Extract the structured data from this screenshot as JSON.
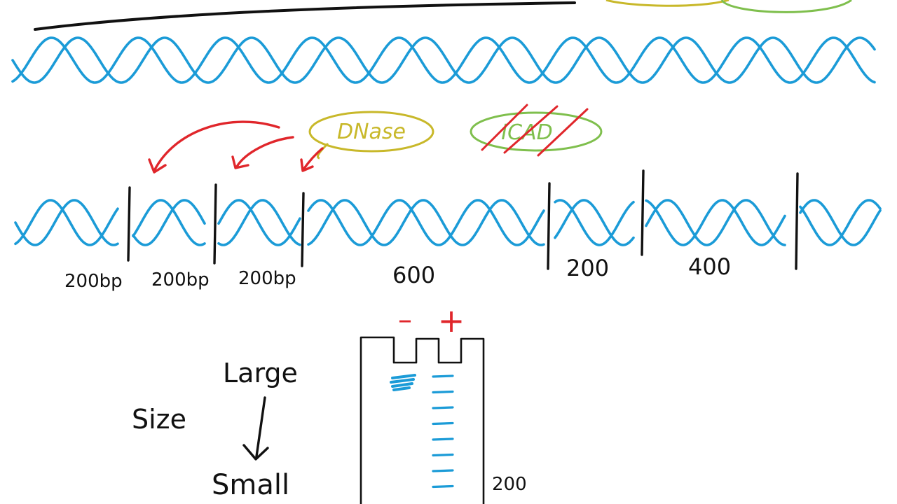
{
  "colors": {
    "dna": "#1b9bd7",
    "ink": "#111111",
    "red": "#e0262b",
    "dnase_oval": "#c8b82a",
    "icad_oval": "#7fbf4d",
    "band": "#1b9bd7"
  },
  "enzymes": {
    "dnase": "DNase",
    "icad": "ICAD"
  },
  "fragments": [
    {
      "label": "200bp"
    },
    {
      "label": "200bp"
    },
    {
      "label": "200bp"
    },
    {
      "label": "600"
    },
    {
      "label": "200"
    },
    {
      "label": "400"
    },
    {
      "label": ""
    }
  ],
  "size_axis": {
    "label": "Size",
    "large": "Large",
    "small": "Small"
  },
  "gel": {
    "negative": "–",
    "positive": "+",
    "ladder_bottom_label": "200",
    "ladder_band_count": 8
  }
}
